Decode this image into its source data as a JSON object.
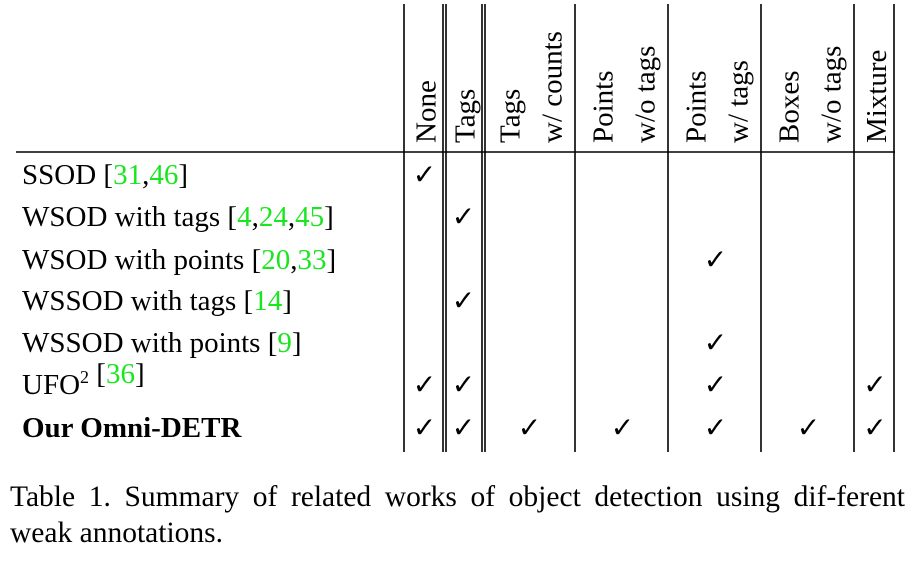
{
  "table": {
    "columns": [
      {
        "id": "none",
        "lines": [
          "None"
        ]
      },
      {
        "id": "tags",
        "lines": [
          "Tags"
        ]
      },
      {
        "id": "tags-counts",
        "lines": [
          "Tags",
          "w/ counts"
        ]
      },
      {
        "id": "points-wo-tags",
        "lines": [
          "Points",
          "w/o tags"
        ]
      },
      {
        "id": "points-w-tags",
        "lines": [
          "Points",
          "w/ tags"
        ]
      },
      {
        "id": "boxes-wo-tags",
        "lines": [
          "Boxes",
          "w/o tags"
        ]
      },
      {
        "id": "mixture",
        "lines": [
          "Mixture"
        ]
      }
    ],
    "rows": [
      {
        "name": "SSOD",
        "sup": "",
        "bold": false,
        "cites": [
          "31",
          "46"
        ],
        "checks": [
          true,
          false,
          false,
          false,
          false,
          false,
          false
        ]
      },
      {
        "name": "WSOD with tags",
        "sup": "",
        "bold": false,
        "cites": [
          "4",
          "24",
          "45"
        ],
        "checks": [
          false,
          true,
          false,
          false,
          false,
          false,
          false
        ]
      },
      {
        "name": "WSOD with points",
        "sup": "",
        "bold": false,
        "cites": [
          "20",
          "33"
        ],
        "checks": [
          false,
          false,
          false,
          false,
          true,
          false,
          false
        ]
      },
      {
        "name": "WSSOD with tags",
        "sup": "",
        "bold": false,
        "cites": [
          "14"
        ],
        "checks": [
          false,
          true,
          false,
          false,
          false,
          false,
          false
        ]
      },
      {
        "name": "WSSOD with points",
        "sup": "",
        "bold": false,
        "cites": [
          "9"
        ],
        "checks": [
          false,
          false,
          false,
          false,
          true,
          false,
          false
        ]
      },
      {
        "name": "UFO",
        "sup": "2",
        "bold": false,
        "cites": [
          "36"
        ],
        "checks": [
          true,
          true,
          false,
          false,
          true,
          false,
          true
        ]
      },
      {
        "name": "Our Omni-DETR",
        "sup": "",
        "bold": true,
        "cites": [],
        "checks": [
          true,
          true,
          true,
          true,
          true,
          true,
          true
        ]
      }
    ],
    "check_symbol": "✓",
    "cite_color": "#19e61f"
  },
  "caption": {
    "label": "Table 1.",
    "text": "Summary of related works of object detection using dif-ferent weak annotations."
  }
}
